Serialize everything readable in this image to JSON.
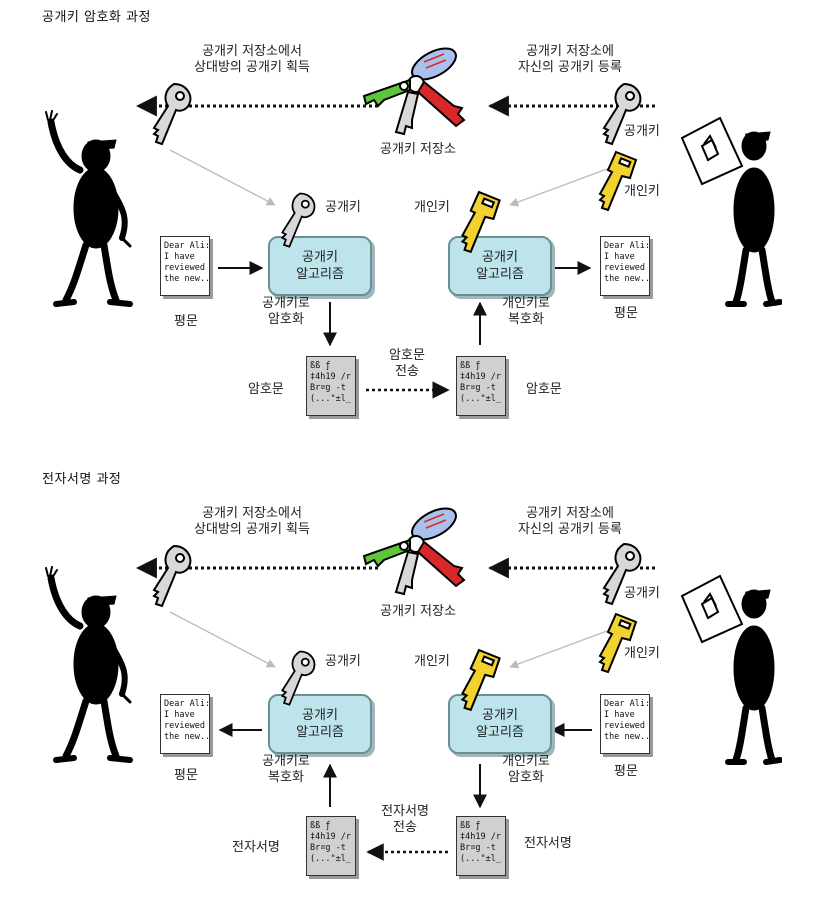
{
  "panels": [
    {
      "title": "공개키 암호화 과정",
      "fetch_label": [
        "공개키 저장소에서",
        "상대방의 공개키 획득"
      ],
      "register_label": [
        "공개키 저장소에",
        "자신의 공개키 등록"
      ],
      "repository_label": "공개키 저장소",
      "right_pubkey_label": "공개키",
      "right_privkey_label": "개인키",
      "left_key_label": "공개키",
      "center_key_label": "개인키",
      "left_algo": [
        "공개키",
        "알고리즘"
      ],
      "right_algo": [
        "공개키",
        "알고리즘"
      ],
      "left_op": [
        "공개키로",
        "암호화"
      ],
      "right_op": [
        "개인키로",
        "복호화"
      ],
      "left_doc_label": "평문",
      "right_doc_label": "평문",
      "left_cipher_label": "암호문",
      "right_cipher_label": "암호문",
      "transfer_label": [
        "암호문",
        "전송"
      ]
    },
    {
      "title": "전자서명 과정",
      "fetch_label": [
        "공개키 저장소에서",
        "상대방의 공개키 획득"
      ],
      "register_label": [
        "공개키 저장소에",
        "자신의 공개키 등록"
      ],
      "repository_label": "공개키 저장소",
      "right_pubkey_label": "공개키",
      "right_privkey_label": "개인키",
      "left_key_label": "공개키",
      "center_key_label": "개인키",
      "left_algo": [
        "공개키",
        "알고리즘"
      ],
      "right_algo": [
        "공개키",
        "알고리즘"
      ],
      "left_op": [
        "공개키로",
        "복호화"
      ],
      "right_op": [
        "개인키로",
        "암호화"
      ],
      "left_doc_label": "평문",
      "right_doc_label": "평문",
      "left_cipher_label": "전자서명",
      "right_cipher_label": "전자서명",
      "transfer_label": [
        "전자서명",
        "전송"
      ]
    }
  ],
  "plain_doc_lines": [
    "Dear Ali:",
    "I have",
    "reviewed",
    "the new..."
  ],
  "cipher_doc_lines": [
    "ßß ƒ",
    "‡4h19 /r",
    "Br¤g -t",
    "(...\"±l_"
  ],
  "colors": {
    "public_key": "#d8d8d8",
    "private_key": "#f2d230",
    "algo_box": "#bde4ea",
    "green_key": "#5fc43a",
    "red_key": "#d8282a",
    "blue_fob": "#a9c2ec"
  },
  "icons": {
    "left_person": "waving-person-icon",
    "right_person": "person-holding-certificate-icon",
    "keyring": "keyring-icon",
    "public_key": "public-key-icon",
    "private_key": "private-key-icon"
  }
}
